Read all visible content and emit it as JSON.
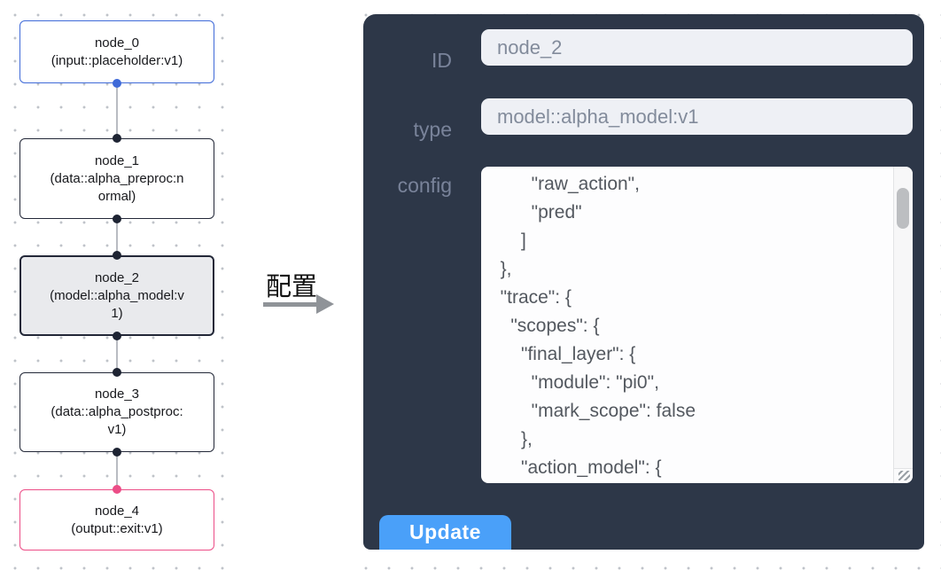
{
  "flow": {
    "nodes": [
      {
        "title": "node_0",
        "subtitle": "(input::placeholder:v1)",
        "kind": "input",
        "accent": "#3f6ad8"
      },
      {
        "title": "node_1",
        "subtitle": "(data::alpha_preproc:normal)",
        "kind": "data",
        "accent": "#232838"
      },
      {
        "title": "node_2",
        "subtitle": "(model::alpha_model:v1)",
        "kind": "model",
        "accent": "#232838",
        "selected": true
      },
      {
        "title": "node_3",
        "subtitle": "(data::alpha_postproc:v1)",
        "kind": "data",
        "accent": "#232838"
      },
      {
        "title": "node_4",
        "subtitle": "(output::exit:v1)",
        "kind": "output",
        "accent": "#ec4d87"
      }
    ]
  },
  "transition": {
    "label": "配置"
  },
  "panel": {
    "id_field": {
      "label": "ID",
      "value": "node_2"
    },
    "type_field": {
      "label": "type",
      "value": "model::alpha_model:v1"
    },
    "config_field": {
      "label": "config",
      "value": "        \"raw_action\",\n        \"pred\"\n      ]\n  },\n  \"trace\": {\n    \"scopes\": {\n      \"final_layer\": {\n        \"module\": \"pi0\",\n        \"mark_scope\": false\n      },\n      \"action_model\": {"
    },
    "update_label": "Update"
  },
  "colors": {
    "panel_bg": "#2d3748",
    "button_blue": "#4aa0f9",
    "input_bg": "#eef0f5",
    "node_input_border": "#3f6ad8",
    "node_output_border": "#ec4d87",
    "node_selected_bg": "#e9eaed",
    "edge_gray": "#b9bcc2"
  }
}
